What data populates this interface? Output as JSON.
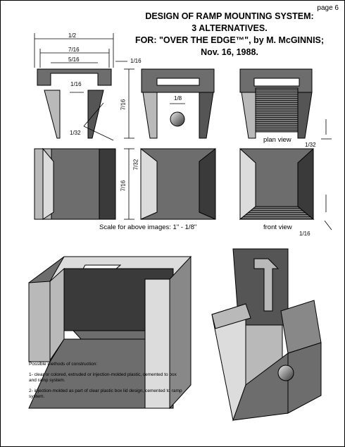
{
  "page": {
    "number": "page 6"
  },
  "title": {
    "line1": "DESIGN OF RAMP MOUNTING SYSTEM:",
    "line2": "3 ALTERNATIVES.",
    "line3": "FOR: \"OVER THE EDGE™\", by M. McGINNIS;",
    "line4": "Nov.  16,  1988."
  },
  "dimensions": {
    "top_width": "1/2",
    "inner_width": "7/16",
    "slot_width": "5/16",
    "lip": "1/16",
    "lip_right": "1/16",
    "height_upper": "7/16",
    "groove": "1/32",
    "ball": "1/8",
    "height_lower": "7/16",
    "depth_lower": "7/32",
    "plan_gap": "1/32",
    "front_gap": "1/16"
  },
  "labels": {
    "plan_view": "plan  view",
    "front_view": "front  view",
    "scale": "Scale for above images: 1\" - 1/8\""
  },
  "notes": {
    "heading": "Possible methods of construction:",
    "method1": "1- clear or colored, extruded or injection-molded plastic, cemented to box and ramp system.",
    "method2": "2- injection-molded as part of clear plastic box lid design, cemented to ramp system."
  },
  "colors": {
    "dark": "#3a3a3a",
    "mid": "#6d6d6d",
    "light": "#b9b9b9",
    "pale": "#dcdcdc"
  }
}
